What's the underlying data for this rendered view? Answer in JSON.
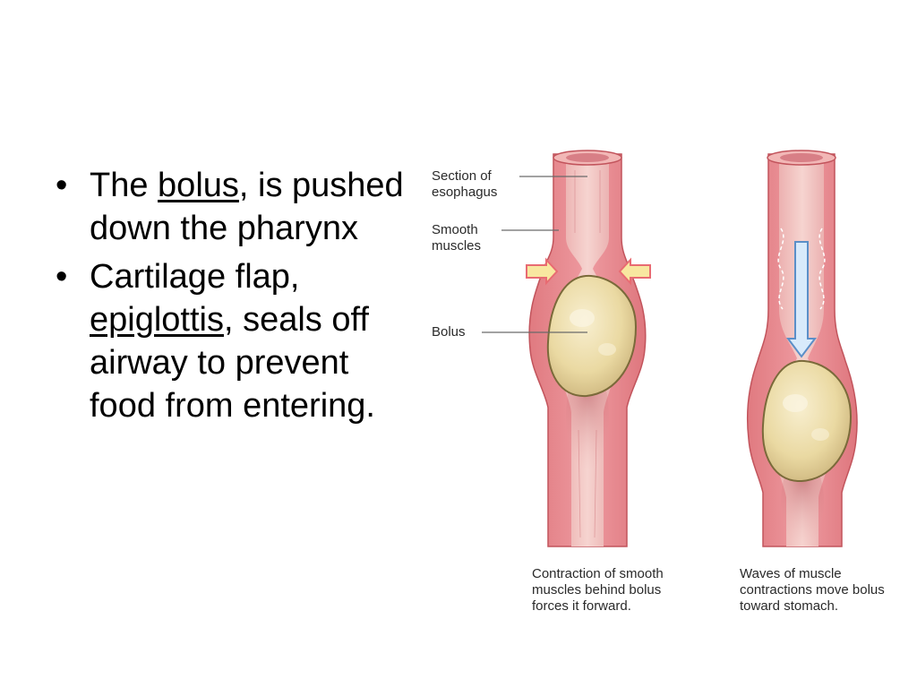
{
  "bullets": [
    {
      "pre": "The ",
      "term": "bolus",
      "post": ", is pushed down the pharynx"
    },
    {
      "pre": "Cartilage flap, ",
      "term": "epiglottis",
      "post": ", seals off airway to prevent food from entering."
    }
  ],
  "diagram": {
    "labels": {
      "section": "Section of esophagus",
      "smooth": "Smooth muscles",
      "bolus": "Bolus"
    },
    "captions": {
      "left": "Contraction of smooth muscles behind bolus forces it forward.",
      "right": "Waves of muscle contractions move bolus toward stomach."
    },
    "colors": {
      "wall": "#E8858A",
      "lumen": "#F3C6C4",
      "bolus": "#EBDCA6",
      "arrow_fill": "#F8E7A0",
      "arrow_stroke": "#E86B72",
      "down_arrow": "#D8EAFB"
    }
  }
}
